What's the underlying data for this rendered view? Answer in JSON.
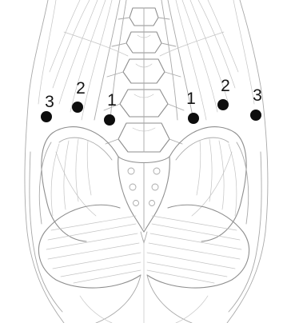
{
  "figure": {
    "background": "#ffffff",
    "sketch_color": "#a9a9a9",
    "marker_color": "#0d0d0d"
  },
  "markers": {
    "left_1": {
      "label": "1"
    },
    "left_2": {
      "label": "2"
    },
    "left_3": {
      "label": "3"
    },
    "right_1": {
      "label": "1"
    },
    "right_2": {
      "label": "2"
    },
    "right_3": {
      "label": "3"
    }
  }
}
